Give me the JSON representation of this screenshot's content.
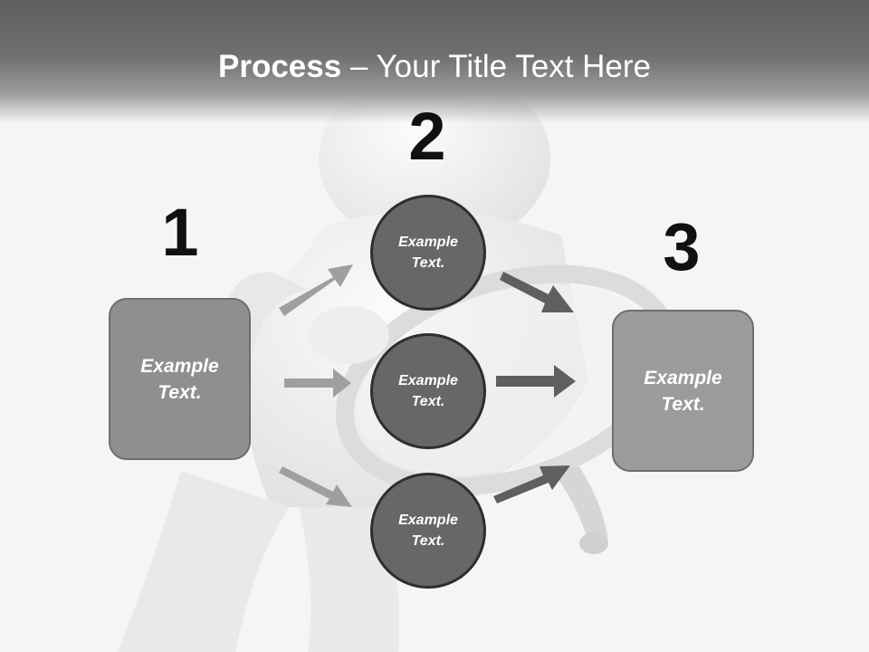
{
  "title": {
    "bold": "Process",
    "rest": " – Your Title Text Here"
  },
  "steps": [
    {
      "number": "1",
      "label": "Example\nText."
    },
    {
      "number": "2",
      "label": ""
    },
    {
      "number": "3",
      "label": "Example\nText."
    }
  ],
  "circles": [
    {
      "label": "Example\nText."
    },
    {
      "label": "Example\nText."
    },
    {
      "label": "Example\nText."
    }
  ],
  "colors": {
    "header_dark": "#5d5d5d",
    "circle_fill": "#676767",
    "circle_border": "#2e2e2e",
    "box1_fill": "#8f8f8f",
    "box3_fill": "#9b9b9b",
    "box_border": "#6e6e6e",
    "arrow_light": "#9f9f9f",
    "arrow_dark": "#5f5f5f"
  }
}
